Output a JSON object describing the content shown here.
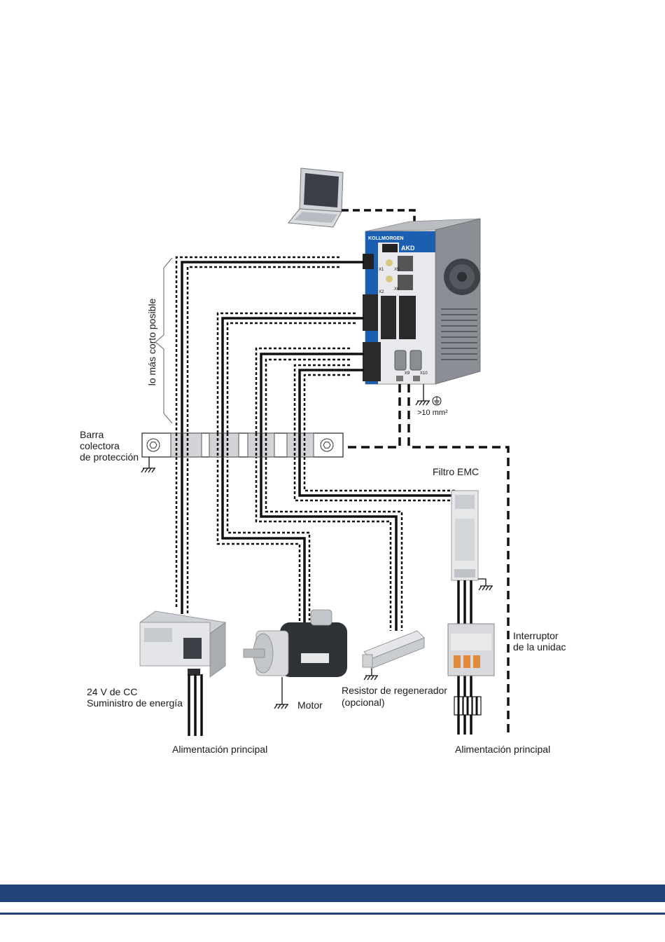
{
  "labels": {
    "shortest": "lo más corto posible",
    "busbar_line1": "Barra",
    "busbar_line2": "colectora",
    "busbar_line3": "de protección",
    "ground_size": ">10 mm²",
    "emc_filter": "Filtro EMC",
    "switch_line1": "Interruptor",
    "switch_line2": "de la unidac",
    "psu_line1": "24 V de CC",
    "psu_line2": "Suministro de energía",
    "motor": "Motor",
    "regen_line1": "Resistor de regenerador",
    "regen_line2": "(opcional)",
    "mains_left": "Alimentación principal",
    "mains_right": "Alimentación principal"
  },
  "drive": {
    "brand": "KOLLMORGEN",
    "model": "AKD",
    "connectors": [
      "X1",
      "X5",
      "X2",
      "X6",
      "X9",
      "X10"
    ]
  },
  "colors": {
    "footer": "#22427a",
    "drive_front": "#1c5fb0",
    "line": "#111111"
  }
}
